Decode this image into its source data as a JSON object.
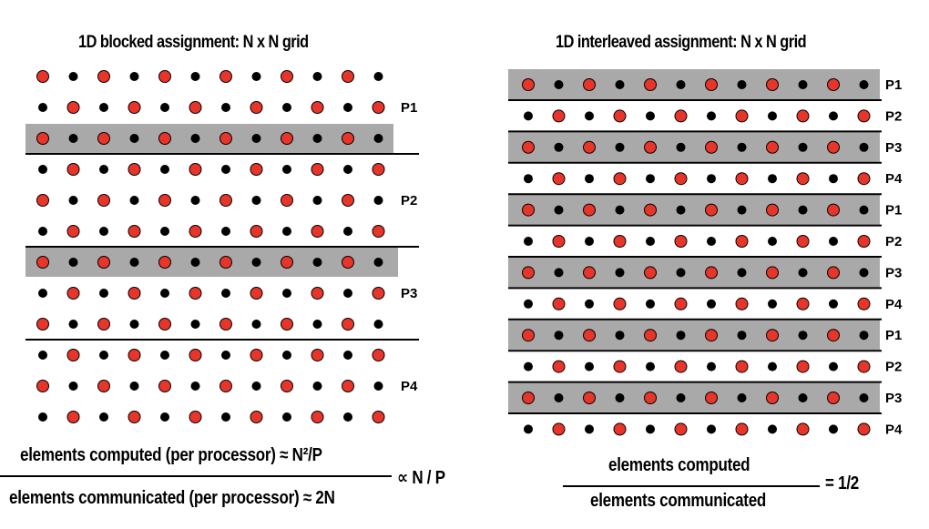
{
  "left": {
    "title": "1D blocked assignment: N x N grid",
    "groups": [
      {
        "label": "P1",
        "rows": [
          0,
          1,
          2
        ]
      },
      {
        "label": "P2",
        "rows": [
          3,
          4,
          5
        ]
      },
      {
        "label": "P3",
        "rows": [
          6,
          7,
          8
        ]
      },
      {
        "label": "P4",
        "rows": [
          9,
          10,
          11
        ]
      }
    ],
    "highlighted_rows": [
      2,
      6
    ]
  },
  "right": {
    "title": "1D interleaved assignment: N x N grid",
    "row_labels": [
      "P1",
      "P2",
      "P3",
      "P4",
      "P1",
      "P2",
      "P3",
      "P4",
      "P1",
      "P2",
      "P3",
      "P4"
    ],
    "highlighted_rows": [
      0,
      2,
      4,
      6,
      8,
      10
    ]
  },
  "grid": {
    "rows": 12,
    "cols": 12
  },
  "colors": {
    "red": "#e8352a",
    "black": "#000000",
    "highlight": "#a9a9a9"
  },
  "formulas": {
    "left_numerator": "elements computed (per processor) ≈ N²/P",
    "left_denominator": "elements communicated (per processor) ≈ 2N",
    "left_proportional": "∝ N / P",
    "right_numerator": "elements computed",
    "right_denominator": "elements communicated",
    "right_result": "= 1/2"
  }
}
